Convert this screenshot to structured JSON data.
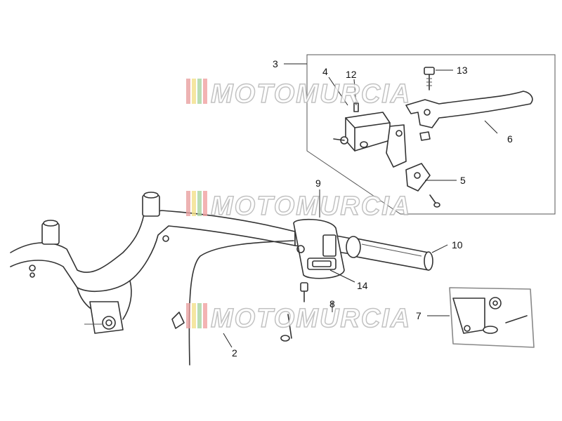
{
  "watermark": {
    "text": "MOTOMURCIA",
    "stripe_colors": [
      "#e9a0a0",
      "#f2e08a",
      "#a8d5a0",
      "#f0a0a0"
    ]
  },
  "callouts": {
    "c2": "2",
    "c3": "3",
    "c4": "4",
    "c5": "5",
    "c6": "6",
    "c7": "7",
    "c8": "8",
    "c9": "9",
    "c10": "10",
    "c12": "12",
    "c13": "13",
    "c14": "14"
  }
}
